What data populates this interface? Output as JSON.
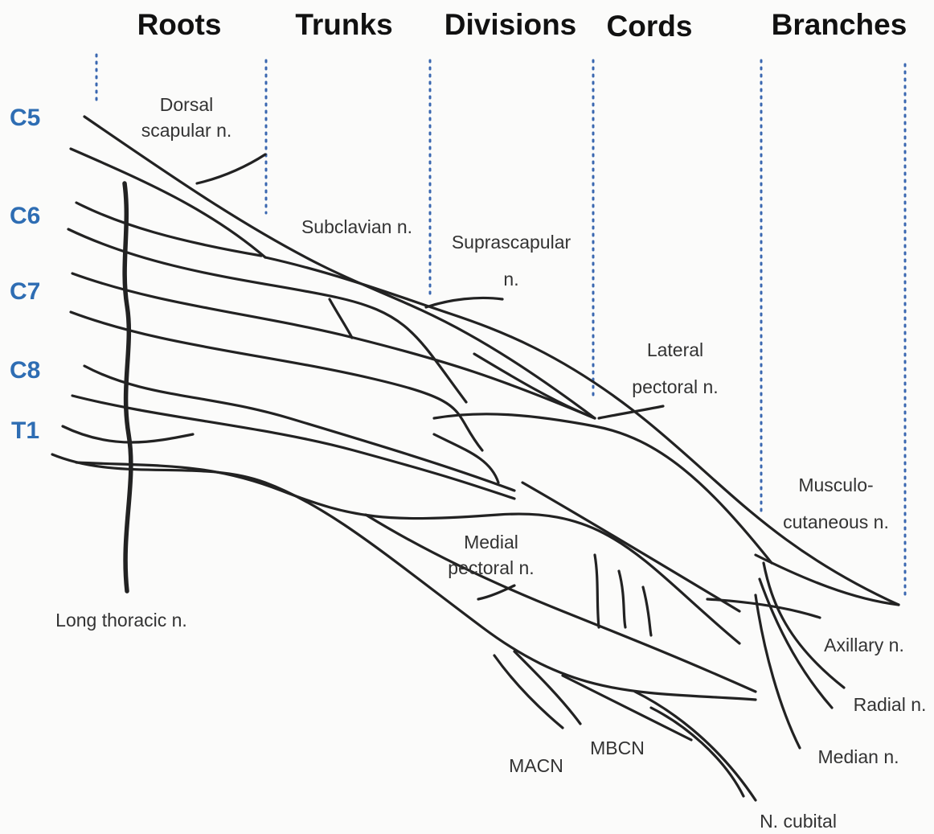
{
  "headers": {
    "roots": "Roots",
    "trunks": "Trunks",
    "divisions": "Divisions",
    "cords": "Cords",
    "branches": "Branches"
  },
  "roots": {
    "c5": "C5",
    "c6": "C6",
    "c7": "C7",
    "c8": "C8",
    "t1": "T1"
  },
  "labels": {
    "dorsal_scapular_1": "Dorsal",
    "dorsal_scapular_2": "scapular n.",
    "subclavian": "Subclavian n.",
    "suprascapular_1": "Suprascapular",
    "suprascapular_2": "n.",
    "lateral_pectoral_1": "Lateral",
    "lateral_pectoral_2": "pectoral n.",
    "musculocutaneous_1": "Musculo-",
    "musculocutaneous_2": "cutaneous n.",
    "medial_pectoral_1": "Medial",
    "medial_pectoral_2": "pectoral n.",
    "long_thoracic": "Long thoracic n.",
    "axillary": "Axillary n.",
    "radial": "Radial n.",
    "median": "Median n.",
    "macn": "MACN",
    "mbcn": "MBCN",
    "n_cubital": "N. cubital"
  },
  "colors": {
    "root_label": "#2e6db3",
    "divider": "#3a67b0",
    "ink": "#222222"
  }
}
